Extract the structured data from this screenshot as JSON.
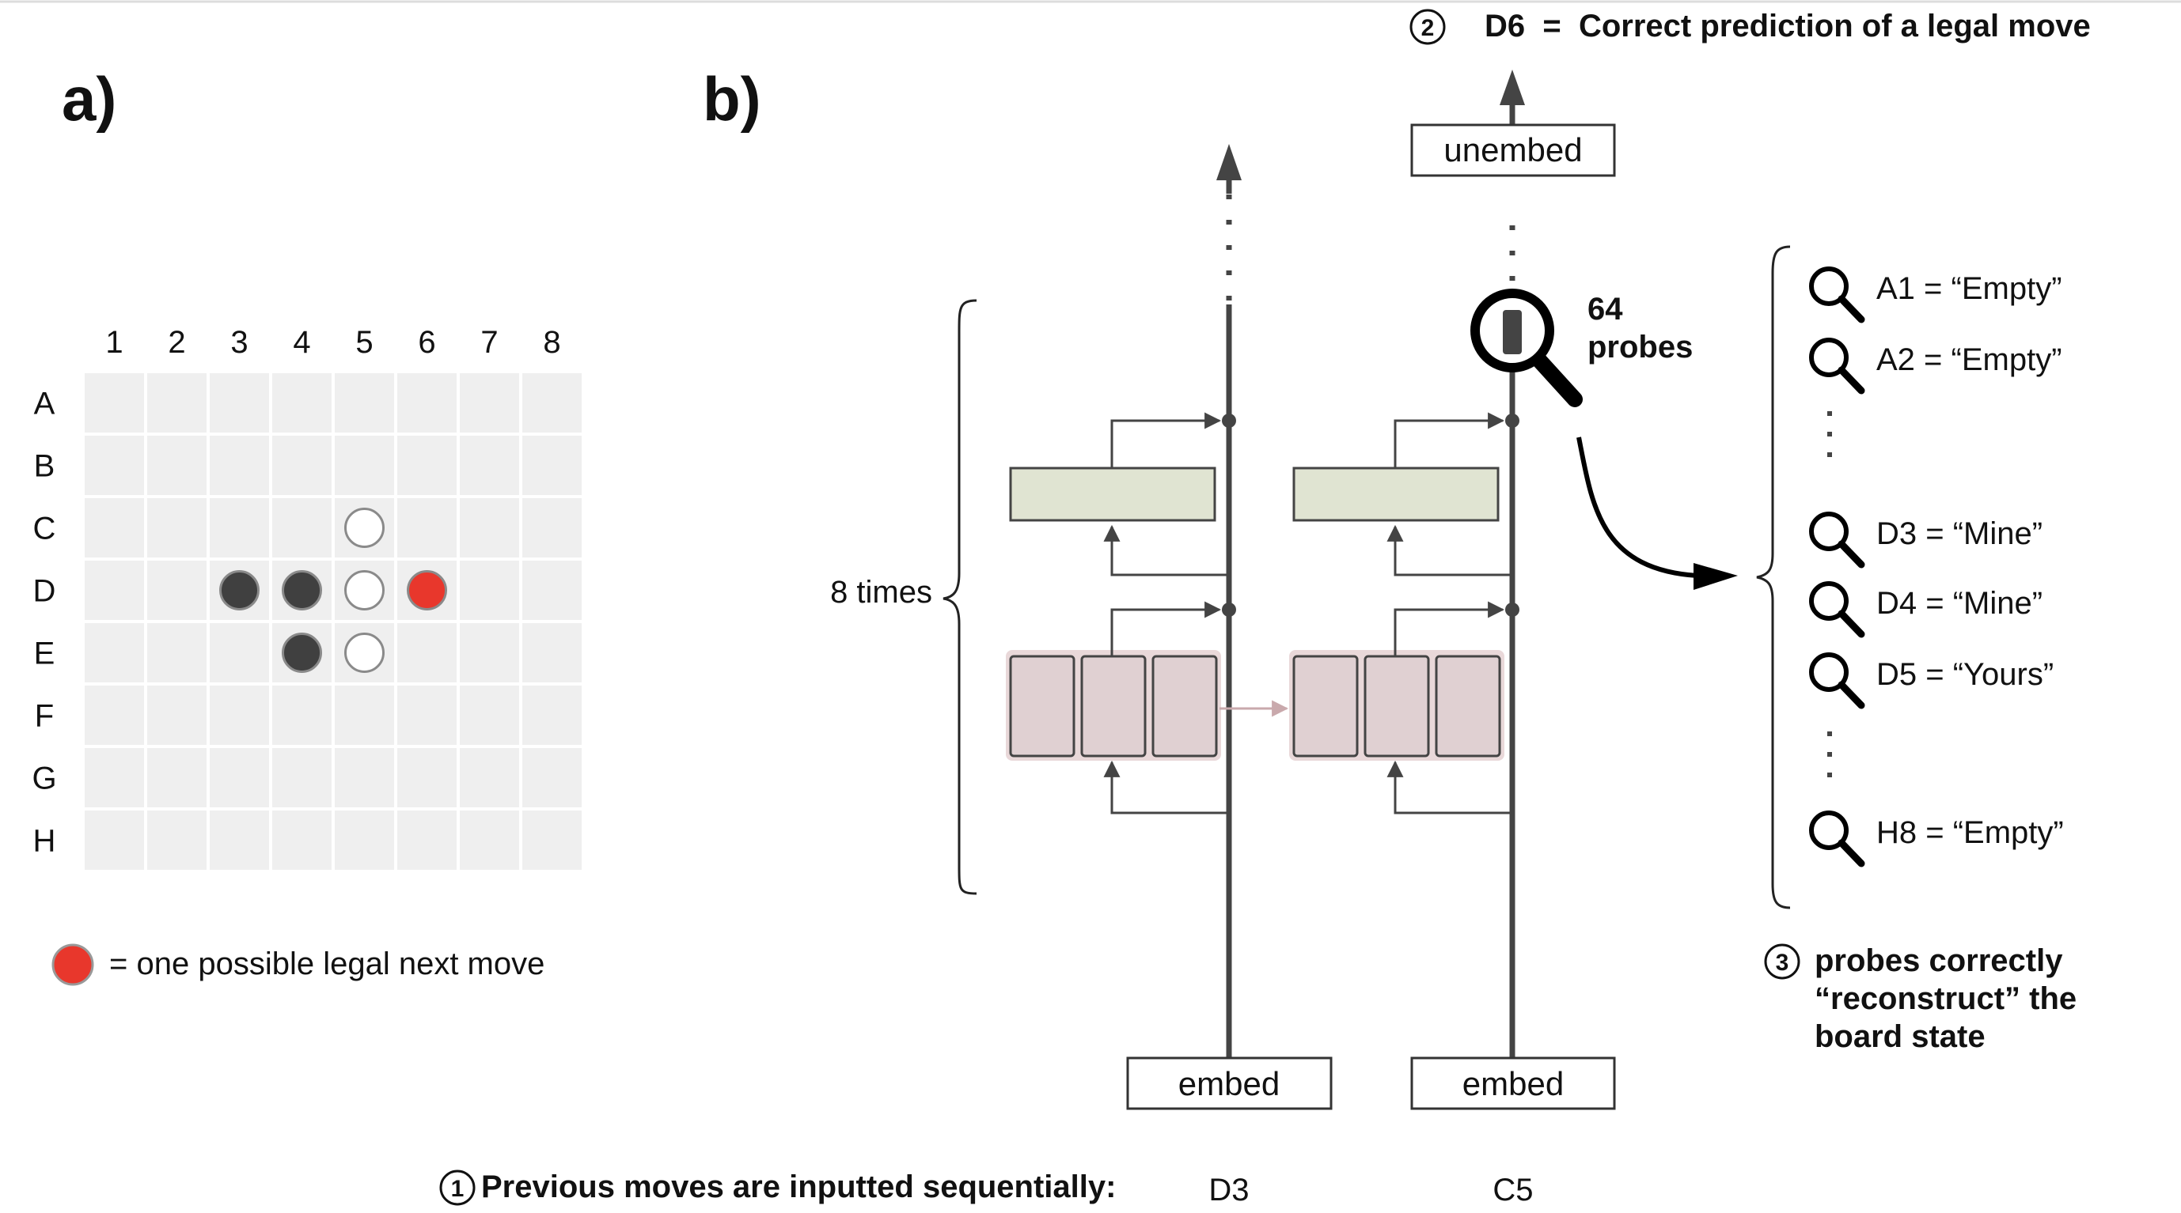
{
  "panel_a": {
    "label": "a)",
    "col_labels": [
      "1",
      "2",
      "3",
      "4",
      "5",
      "6",
      "7",
      "8"
    ],
    "row_labels": [
      "A",
      "B",
      "C",
      "D",
      "E",
      "F",
      "G",
      "H"
    ],
    "pieces": [
      {
        "cell": "C5",
        "color": "white"
      },
      {
        "cell": "D3",
        "color": "black"
      },
      {
        "cell": "D4",
        "color": "black"
      },
      {
        "cell": "D5",
        "color": "white"
      },
      {
        "cell": "D6",
        "color": "red"
      },
      {
        "cell": "E4",
        "color": "black"
      },
      {
        "cell": "E5",
        "color": "white"
      }
    ],
    "legend_text": "= one possible legal next move",
    "colors": {
      "board": "#efefef",
      "black_piece": "#404040",
      "white_piece": "#ffffff",
      "legal_move": "#e8372c"
    }
  },
  "panel_b": {
    "label": "b)",
    "top_number": "②",
    "top_text": "D6  =  Correct prediction of a legal move",
    "unembed_label": "unembed",
    "embed_label": "embed",
    "repeat_label": "8 times",
    "probes_count": "64",
    "probes_word": "probes",
    "step1_number": "①",
    "step1_text": "Previous moves are inputted sequentially:",
    "inputs": [
      "D3",
      "C5"
    ],
    "probe_results": [
      "A1 = “Empty”",
      "A2 = “Empty”",
      "D3 = “Mine”",
      "D4 = “Mine”",
      "D5 = “Yours”",
      "H8 = “Empty”"
    ],
    "step3_number": "③",
    "step3_lines": [
      "probes correctly",
      "“reconstruct” the",
      "board state"
    ],
    "colors": {
      "mlp": "#e0e4d2",
      "attention": "#e0d0d2",
      "attention_group": "#e9d8d9",
      "line": "#444444"
    }
  }
}
